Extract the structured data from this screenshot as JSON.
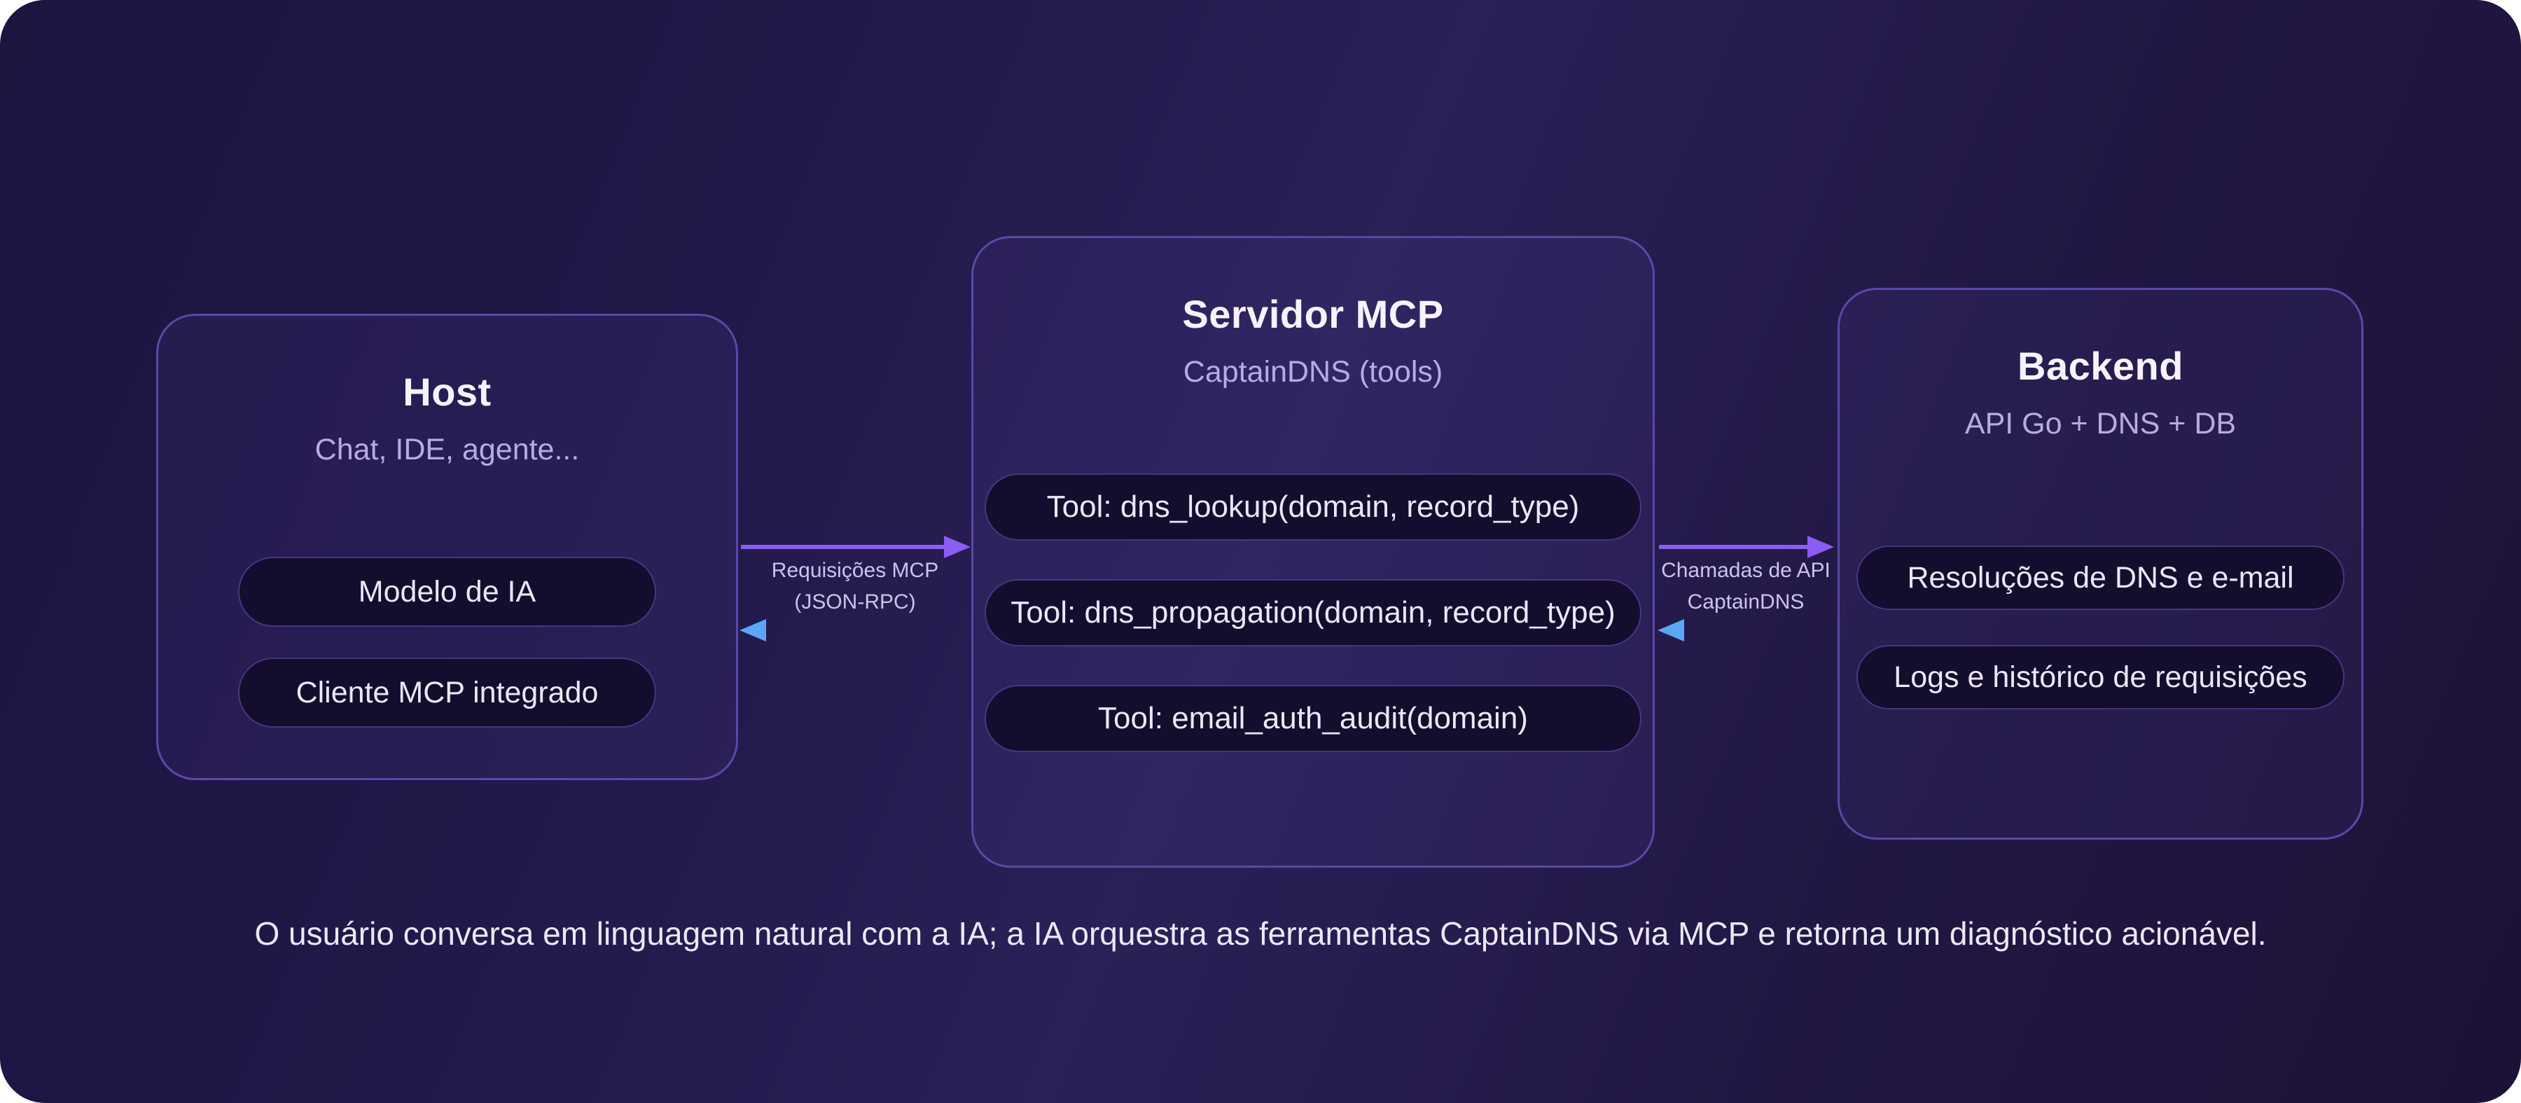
{
  "diagram": {
    "host": {
      "title": "Host",
      "subtitle": "Chat, IDE, agente...",
      "items": [
        "Modelo de IA",
        "Cliente MCP integrado"
      ]
    },
    "server": {
      "title": "Servidor MCP",
      "subtitle": "CaptainDNS (tools)",
      "tools": [
        "Tool: dns_lookup(domain, record_type)",
        "Tool: dns_propagation(domain, record_type)",
        "Tool: email_auth_audit(domain)"
      ]
    },
    "backend": {
      "title": "Backend",
      "subtitle": "API Go + DNS + DB",
      "items": [
        "Resoluções de DNS e e-mail",
        "Logs e histórico de requisições"
      ]
    },
    "links": {
      "host_server": {
        "line1": "Requisições MCP",
        "line2": "(JSON-RPC)"
      },
      "server_backend": {
        "line1": "Chamadas de API",
        "line2": "CaptainDNS"
      }
    },
    "caption": "O usuário conversa em linguagem natural com a IA; a IA orquestra as ferramentas CaptainDNS via MCP e retorna um diagnóstico acionável.",
    "colors": {
      "accent_purple": "#8b5cf6",
      "accent_blue": "#5aa7f5",
      "background": "#221849",
      "node_border": "#5a48a8",
      "pill_background": "#140d2d"
    }
  }
}
